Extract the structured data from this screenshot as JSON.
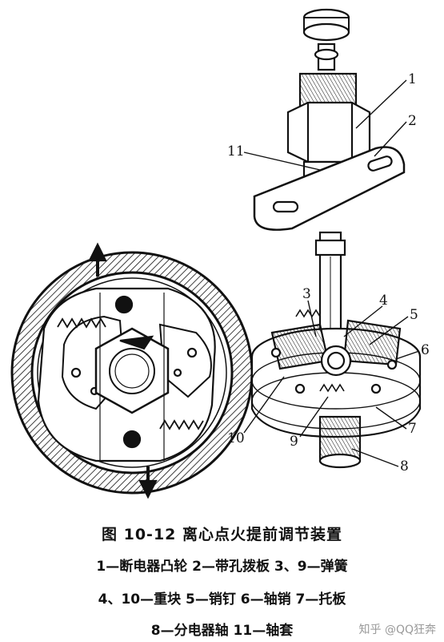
{
  "figure": {
    "title": "图 10-12   离心点火提前调节装置",
    "legend_lines": [
      "1—断电器凸轮   2—带孔拨板   3、9—弹簧",
      "4、10—重块   5—销钉   6—轴销   7—托板",
      "8—分电器轴   11—轴套"
    ],
    "callouts": [
      "1",
      "2",
      "3",
      "4",
      "5",
      "6",
      "7",
      "8",
      "9",
      "10",
      "11"
    ]
  },
  "watermark": "知乎 @QQ狂奔"
}
